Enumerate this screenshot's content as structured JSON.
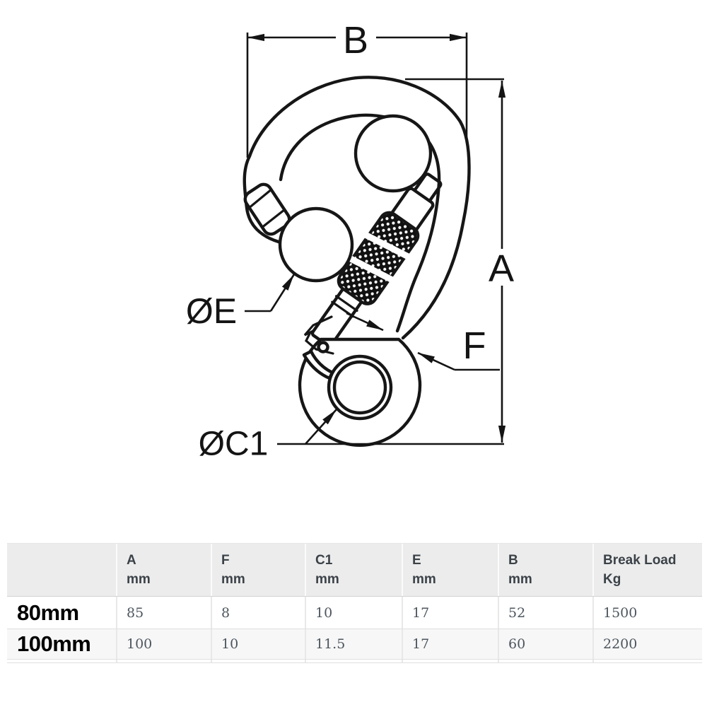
{
  "diagram": {
    "labels": {
      "width_b": "B",
      "length_a": "A",
      "gate_opening_f": "F",
      "stock_diameter_e": "ØE",
      "eye_diameter_c1": "ØC1"
    }
  },
  "table": {
    "columns": [
      {
        "name": "A",
        "unit": "mm"
      },
      {
        "name": "F",
        "unit": "mm"
      },
      {
        "name": "C1",
        "unit": "mm"
      },
      {
        "name": "E",
        "unit": "mm"
      },
      {
        "name": "B",
        "unit": "mm"
      },
      {
        "name": "Break Load",
        "unit": "Kg"
      }
    ],
    "rows": [
      {
        "label": "80mm",
        "values": [
          "85",
          "8",
          "10",
          "17",
          "52",
          "1500"
        ]
      },
      {
        "label": "100mm",
        "values": [
          "100",
          "10",
          "11.5",
          "17",
          "60",
          "2200"
        ]
      }
    ]
  },
  "colors": {
    "line": "#161616",
    "header_bg": "#ececec",
    "alt_row_bg": "#f7f7f7",
    "grid_border": "#e0e0e0",
    "header_text": "#3b4248",
    "data_text": "#4d565e",
    "label_text": "#000000"
  }
}
